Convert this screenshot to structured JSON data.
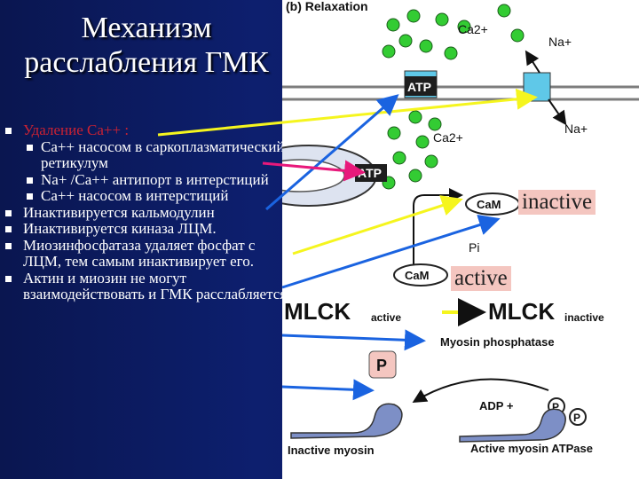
{
  "slide": {
    "title": "Механизм расслабления ГМК",
    "bullets": [
      {
        "level": 1,
        "text": "Удаление Ca++ :",
        "color": "#cc2233"
      },
      {
        "level": 2,
        "text": "Ca++ насосом в саркоплазматический ретикулум"
      },
      {
        "level": 2,
        "text": "Na+ /Ca++ антипорт в интерстиций"
      },
      {
        "level": 2,
        "text": "Ca++ насосом в интерстиций"
      },
      {
        "level": 1,
        "text": "Инактивируется кальмодулин"
      },
      {
        "level": 1,
        "text": "Инактивируется киназа ЛЦМ."
      },
      {
        "level": 1,
        "text": "Миозинфосфатаза удаляет фосфат с ЛЦМ, тем самым инактивирует его."
      },
      {
        "level": 1,
        "text": "Актин и миозин не могут взаимодействовать и ГМК расслабляется"
      }
    ],
    "overlay_labels": {
      "inactive": "inactive",
      "active": "active"
    }
  },
  "diagram": {
    "panel_title": "(b) Relaxation",
    "ca_top": "Ca2+",
    "na_top": "Na+",
    "atp_pump": "ATP",
    "na_right": "Na+",
    "ca_mid": "Ca2+",
    "atp_sr": "ATP",
    "cam_top": "CaM",
    "pi": "Pi",
    "cam_bottom": "CaM",
    "mlck_active": "MLCK",
    "mlck_active_sub": "active",
    "mlck_inactive": "MLCK",
    "mlck_inactive_sub": "inactive",
    "p_badge": "P",
    "myosin_phosphatase": "Myosin phosphatase",
    "adp": "ADP +",
    "p1": "P",
    "p2": "P",
    "inactive_myosin": "Inactive myosin",
    "active_myosin": "Active myosin ATPase"
  },
  "colors": {
    "background": "#0b1a5c",
    "calcium": "#33cc33",
    "pump": "#5fc8e8",
    "myosin": "#7d8fc6",
    "arrow_yellow": "#f5f51e",
    "arrow_blue": "#1a63e0",
    "arrow_magenta": "#e8197b",
    "highlight": "#f4c6c0"
  }
}
